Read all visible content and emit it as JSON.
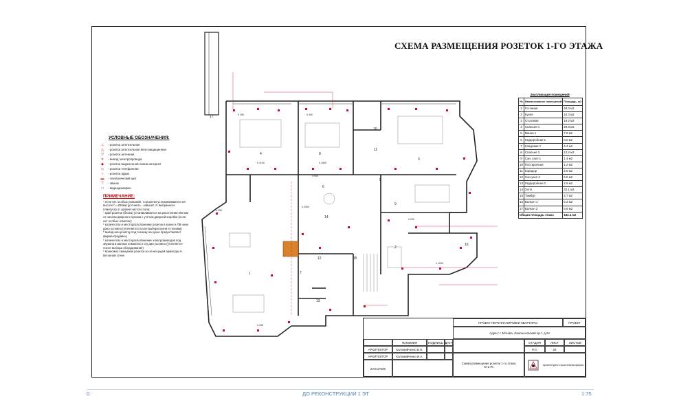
{
  "sheet": {
    "title": "СХЕМА РАЗМЕЩЕНИЯ РОЗЕТОК 1-ГО ЭТАЖА"
  },
  "schedule": {
    "caption": "Экспликация помещений",
    "headers": {
      "num": "№",
      "name": "Наименование помещений",
      "area": "Площадь, м2"
    },
    "rows": [
      {
        "n": "1",
        "name": "Гостиная",
        "area": "40.0 м2"
      },
      {
        "n": "2",
        "name": "Кухня",
        "area": "16.3 м2"
      },
      {
        "n": "3",
        "name": "Столовая",
        "area": "19.2 м2"
      },
      {
        "n": "4",
        "name": "Спальня 1",
        "area": "20.8 м2"
      },
      {
        "n": "5",
        "name": "Ванна 1",
        "area": "7.9 м2"
      },
      {
        "n": "6",
        "name": "Гардеробная 1",
        "area": "6.0 м2"
      },
      {
        "n": "7",
        "name": "Кладовая 1",
        "area": "4.4 м2"
      },
      {
        "n": "8",
        "name": "Спальня 2",
        "area": "12.2 м2"
      },
      {
        "n": "9",
        "name": "Сан. узел 1",
        "area": "1.4 м2"
      },
      {
        "n": "10",
        "name": "Постирочная",
        "area": "1.2 м2"
      },
      {
        "n": "11",
        "name": "Коридор",
        "area": "2.5 м2"
      },
      {
        "n": "12",
        "name": "Сан.узел 2",
        "area": "6.0 м2"
      },
      {
        "n": "13",
        "name": "Гардеробная 2",
        "area": "2.9 м2"
      },
      {
        "n": "14",
        "name": "Холл",
        "area": "32.1 м2"
      },
      {
        "n": "15",
        "name": "Тамбур",
        "area": "2.7 м2"
      },
      {
        "n": "16",
        "name": "Балкон 1",
        "area": "6.2 м2"
      },
      {
        "n": "17",
        "name": "Балкон 2",
        "area": "6.6 м2"
      }
    ],
    "total": {
      "name": "Общая площадь этажа",
      "area": "182.4 м2"
    }
  },
  "legend": {
    "heading": "УСЛОВНЫЕ ОБОЗНАЧЕНИЯ:",
    "items": [
      {
        "icon": "socket-icon",
        "glyph": "⊥",
        "label": "- розетка штепсельная"
      },
      {
        "icon": "socket-moisture-icon",
        "glyph": "△",
        "label": "- розетка штепсельная влагозащищенная"
      },
      {
        "icon": "antenna-icon",
        "glyph": "▽",
        "label": "- розетка антенная"
      },
      {
        "icon": "cable-outlet-icon",
        "glyph": "✕",
        "label": "- вывод электропровода"
      },
      {
        "icon": "internet-icon",
        "glyph": "◆",
        "label": "- розетка выделенной линии интернет"
      },
      {
        "icon": "phone-icon",
        "glyph": "◇",
        "label": "- розетка телефонная"
      },
      {
        "icon": "audio-icon",
        "glyph": "○",
        "label": "- розетка аудио"
      },
      {
        "icon": "panel-icon",
        "glyph": "▬",
        "label": "- электрический щит"
      },
      {
        "icon": "bell-icon",
        "glyph": "⊤",
        "label": "- звонок"
      },
      {
        "icon": "intercom-icon",
        "glyph": "□",
        "label": "- видеодомофон"
      }
    ]
  },
  "notes": {
    "heading": "ПРИМЕЧАНИЕ:",
    "lines": [
      "- если нет особых указаний, то розетки устанавливаются на высоте h =250мм (уточнить - зависит от выбранного плинтуса) от уровня чистого пола;",
      "- край розетки (блока) устанавливается на расстоянии 200 мм от начала дверного проема с учетом дверной коробки (если нет особых отметок);",
      "* количество и месторасположение розеток в кухне и ПВ-зоне дано условно (уточняется после выбора кухни и техники)",
      "* вывод или розетку под технику на кухне предоставляет фирма-продавец;",
      "* количество и месторасположение электровыводов под зеркала в ванных комнатах и с/у дан условно (уточняется после выбора оборудования)",
      "* возможно смещение розеток из-за несущей арматуры в бетонной стене."
    ]
  },
  "rooms": [
    {
      "n": "1",
      "label": "1"
    },
    {
      "n": "2",
      "label": "2"
    },
    {
      "n": "3",
      "label": "3"
    },
    {
      "n": "4",
      "label": "4"
    },
    {
      "n": "5",
      "label": "5"
    },
    {
      "n": "6",
      "label": "6"
    },
    {
      "n": "7",
      "label": "7"
    },
    {
      "n": "8",
      "label": "8"
    },
    {
      "n": "9",
      "label": "9"
    },
    {
      "n": "10",
      "label": "10"
    },
    {
      "n": "11",
      "label": "11"
    },
    {
      "n": "12",
      "label": "12"
    },
    {
      "n": "13",
      "label": "13"
    },
    {
      "n": "14",
      "label": "14"
    },
    {
      "n": "15",
      "label": "15"
    },
    {
      "n": "16",
      "label": "16"
    },
    {
      "n": "17",
      "label": "17"
    }
  ],
  "heights": [
    "h 250",
    "h 300",
    "h 1100",
    "h 1500",
    "h 900",
    "h 200",
    "h 2000",
    "h 1200"
  ],
  "titleblock": {
    "project": "ПРОЕКТ ПЕРЕПЛАНИРОВКИ КВАРТИРЫ",
    "address": "Адрес: г. Москва, Ломоносовский пр-т, д.24",
    "h_surname": "ФАМИЛИЯ",
    "h_sign": "ПОДПИСЬ",
    "h_date": "ДАТА",
    "architect1": "АРХИТЕКТОР",
    "architect1_name": "Коломийченко Б.Н.",
    "architect2": "АРХИТЕКТОР",
    "architect2_name": "Коломийченко И.А.",
    "customer": "ЗАКАЗЧИК",
    "stage_h": "СТАДИЯ",
    "sheet_h": "ЛИСТ",
    "sheets_h": "ЛИСТОВ",
    "stage": "Р.П.",
    "sheet": "28",
    "drawing": "Схема размещения розеток 1-го этажа",
    "scale": "М 1:75",
    "firm": "архитектурно-строительная фирма",
    "stamp": "ПРОЕКТ"
  },
  "footer": {
    "left": "0.",
    "center": "ДО РЕКОНСТРУКЦИИ 1 ЭТ",
    "right": "1:75"
  },
  "colors": {
    "accent": "#c8102e",
    "wall": "#222222",
    "highlight": "#d9822b",
    "footer": "#4a7fb5"
  }
}
